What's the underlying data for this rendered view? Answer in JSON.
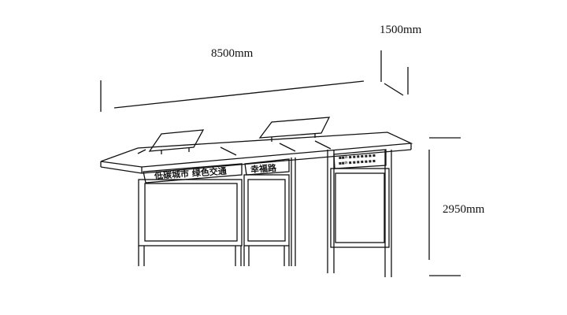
{
  "dimensions": {
    "length": "8500mm",
    "depth": "1500mm",
    "height": "2950mm"
  },
  "signs": {
    "main_banner": "低碳城市 绿色交通",
    "station_name": "幸福路",
    "route_info": [
      "■■路 ■ ■ ■ ■ ■ ■ ■",
      "■■路 ■ ■ ■ ■ ■ ■ ■"
    ]
  },
  "colors": {
    "line": "#111111",
    "background": "#ffffff"
  }
}
